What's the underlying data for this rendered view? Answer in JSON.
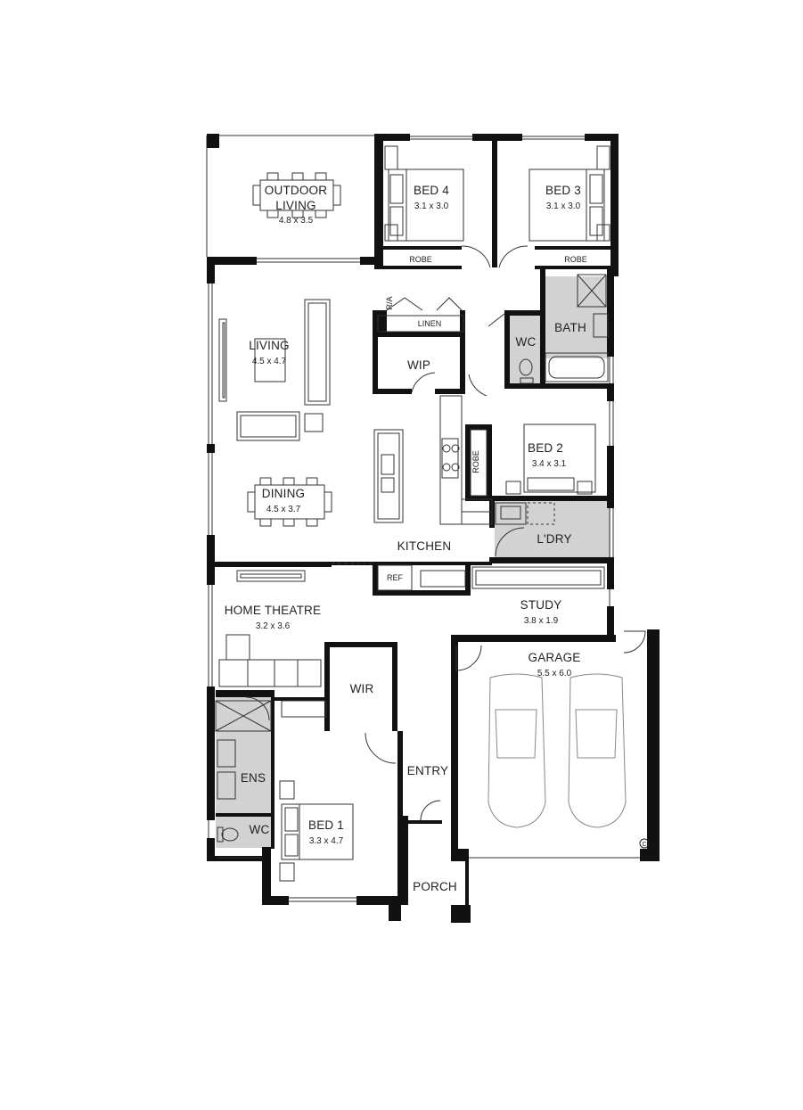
{
  "rooms": {
    "outdoor_living": {
      "name_line1": "OUTDOOR",
      "name_line2": "LIVING",
      "dims": "4.8 x 3.5"
    },
    "bed4": {
      "name": "BED 4",
      "dims": "3.1 x 3.0"
    },
    "bed3": {
      "name": "BED 3",
      "dims": "3.1 x 3.0"
    },
    "robe": "ROBE",
    "linen": "LINEN",
    "ra": "R/A",
    "wc": "WC",
    "bath": "BATH",
    "living": {
      "name": "LIVING",
      "dims": "4.5 x 4.7"
    },
    "wip": "WIP",
    "bed2": {
      "name": "BED 2",
      "dims": "3.4 x 3.1"
    },
    "dining": {
      "name": "DINING",
      "dims": "4.5 x 3.7"
    },
    "kitchen": "KITCHEN",
    "ldry": "L'DRY",
    "ref": "REF",
    "home_theatre": {
      "name": "HOME THEATRE",
      "dims": "3.2 x 3.6"
    },
    "study": {
      "name": "STUDY",
      "dims": "3.8 x 1.9"
    },
    "garage": {
      "name": "GARAGE",
      "dims": "5.5 x 6.0"
    },
    "wir": "WIR",
    "ens": "ENS",
    "entry": "ENTRY",
    "bed1": {
      "name": "BED 1",
      "dims": "3.3 x 4.7"
    },
    "porch": "PORCH"
  },
  "copyright_mark": "C"
}
